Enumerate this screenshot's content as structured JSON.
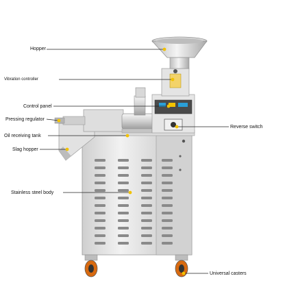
{
  "colors": {
    "leader_line": "#222222",
    "marker": "#f2c200",
    "steel_light": "#e8e8e8",
    "steel_mid": "#c9c9c9",
    "steel_dark": "#8e8e8e",
    "caster_orange": "#d86a10"
  },
  "labels": {
    "hopper": "Hopper",
    "vibration_controller": "Vibration controller",
    "control_panel": "Control panel",
    "pressing_regulator": "Pressing regulator",
    "oil_receiving_tank": "Oil receiving tank",
    "slag_hopper": "Slag hopper",
    "stainless_steel_body": "Stainless steel body",
    "reverse_switch": "Reverse switch",
    "universal_casters": "Universal casters"
  }
}
